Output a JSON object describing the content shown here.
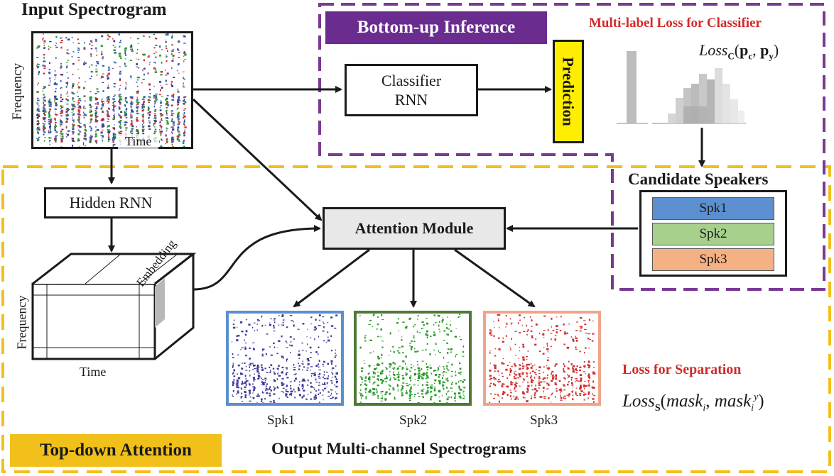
{
  "input_spectrogram": {
    "title": "Input Spectrogram",
    "y_axis": "Frequency",
    "x_axis": "Time"
  },
  "bottom_up": {
    "title": "Bottom-up Inference",
    "classifier_line1": "Classifier",
    "classifier_line2": "RNN",
    "prediction": "Prediction"
  },
  "classifier_loss": {
    "title": "Multi-label Loss for Classifier",
    "loss_base": "Loss",
    "loss_sub": "C",
    "loss_args": [
      "(",
      "p",
      "c",
      ", ",
      "p",
      "y",
      ")"
    ]
  },
  "candidates": {
    "title": "Candidate Speakers",
    "speakers": [
      {
        "label": "Spk1",
        "color": "#5b8fcf"
      },
      {
        "label": "Spk2",
        "color": "#a8d08d"
      },
      {
        "label": "Spk3",
        "color": "#f4b183"
      }
    ]
  },
  "top_down": {
    "title": "Top-down Attention",
    "hidden_rnn": "Hidden RNN",
    "attention_module": "Attention Module",
    "embedding": "Embedding",
    "cube_y_axis": "Frequency",
    "cube_x_axis": "Time"
  },
  "outputs": {
    "title": "Output Multi-channel Spectrograms",
    "items": [
      {
        "label": "Spk1",
        "color": "#5b8fcf",
        "dot": "#3b3b9a"
      },
      {
        "label": "Spk2",
        "color": "#4f7a35",
        "dot": "#2a9a2a"
      },
      {
        "label": "Spk3",
        "color": "#f0a58a",
        "dot": "#d03030"
      }
    ]
  },
  "separation_loss": {
    "title": "Loss for Separation",
    "loss_base": "Loss",
    "loss_sub": "S",
    "arg1": "mask",
    "arg1_sub": "i",
    "arg2": "mask",
    "arg2_sub": "i",
    "arg2_sup": "y"
  },
  "colors": {
    "purple": "#7a3a93",
    "gold": "#f2c01a",
    "prediction_fill": "#ffee00",
    "attention_fill": "#e8e8e8",
    "title_purple_bg": "#6a2c8e"
  }
}
